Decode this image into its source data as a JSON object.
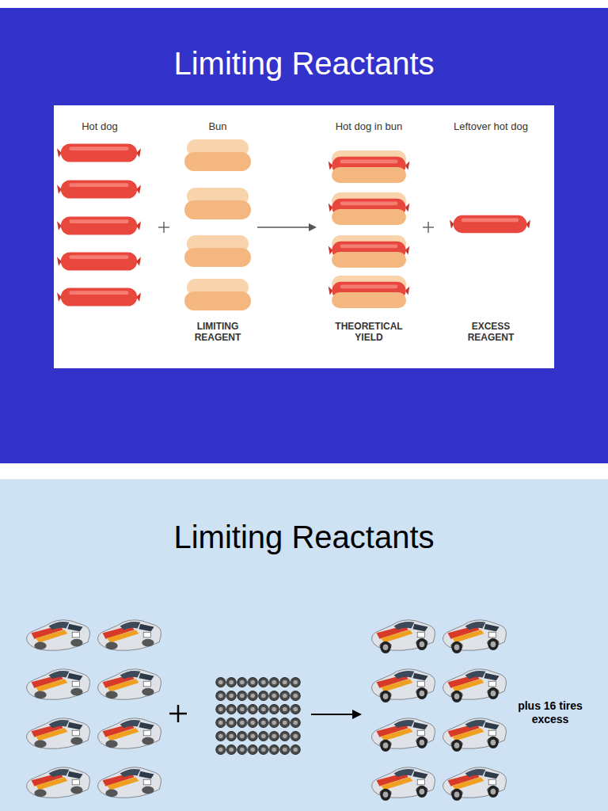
{
  "diagram": {
    "title": "Limiting Reactants",
    "labels": [
      "Hot dog",
      "Bun",
      "Hot dog in bun",
      "Leftover hot dog",
      "LIMITING REAGENT",
      "THEORETICAL YIELD",
      "EXCESS REAGENT",
      "Limiting Reactants",
      "plus 16 tires excess"
    ]
  }
}
